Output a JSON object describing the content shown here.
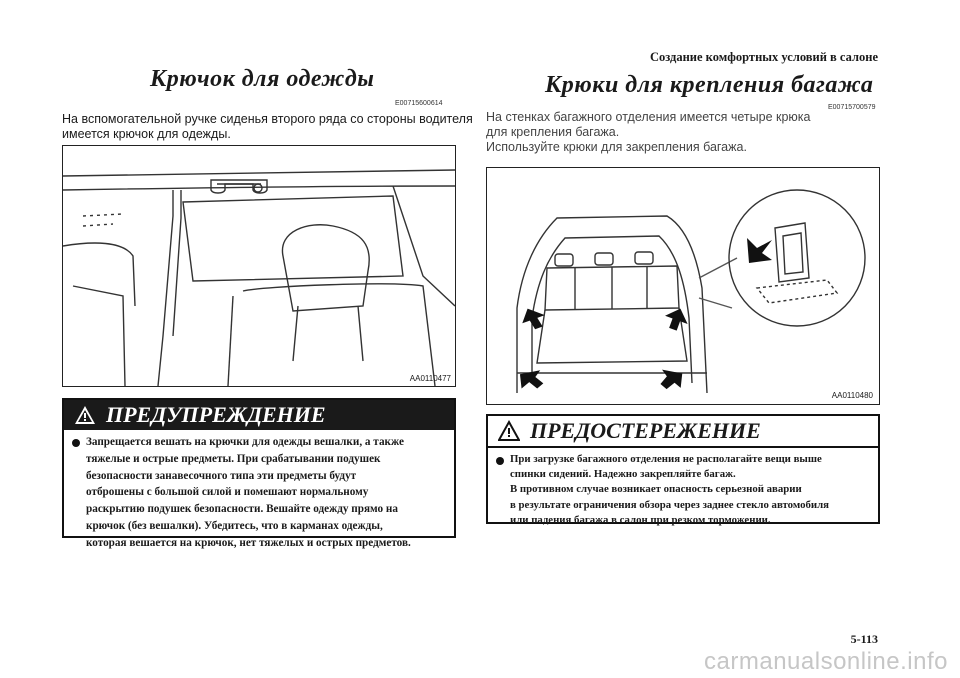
{
  "header": {
    "section_title": "Создание комфортных условий в салоне"
  },
  "left": {
    "title": "Крючок для одежды",
    "code": "E00715600614",
    "body": [
      "На вспомогательной ручке сиденья второго ряда со стороны водителя",
      "имеется крючок для одежды."
    ],
    "figure_code": "AA0110477",
    "warning": {
      "title": "ПРЕДУПРЕЖДЕНИЕ",
      "lines": [
        "Запрещается вешать на крючки для одежды вешалки, а также",
        "тяжелые и острые предметы. При срабатывании подушек",
        "безопасности занавесочного типа эти предметы будут",
        "отброшены с большой силой и помешают нормальному",
        "раскрытию подушек безопасности. Вешайте одежду прямо на",
        "крючок (без вешалки). Убедитесь, что в карманах одежды,",
        "которая вешается на крючок, нет тяжелых и острых предметов."
      ]
    }
  },
  "right": {
    "title": "Крюки для крепления багажа",
    "code": "E00715700579",
    "body": [
      "На стенках багажного отделения имеется четыре крюка",
      "для крепления багажа.",
      "Используйте крюки для закрепления багажа."
    ],
    "figure_code": "AA0110480",
    "caution": {
      "title": "ПРЕДОСТЕРЕЖЕНИЕ",
      "lines": [
        "При загрузке багажного отделения не располагайте вещи выше",
        "спинки сидений. Надежно закрепляйте багаж.",
        "В противном случае возникает опасность серьезной аварии",
        "в результате ограничения обзора через заднее стекло автомобиля",
        "или падения багажа в салон при резком торможении."
      ]
    }
  },
  "footer": {
    "page_number": "5-113",
    "watermark": "carmanualsonline.info"
  },
  "icons": {
    "warning": "warning-triangle-icon",
    "bullet": "bullet-icon",
    "arrow": "arrow-icon"
  }
}
